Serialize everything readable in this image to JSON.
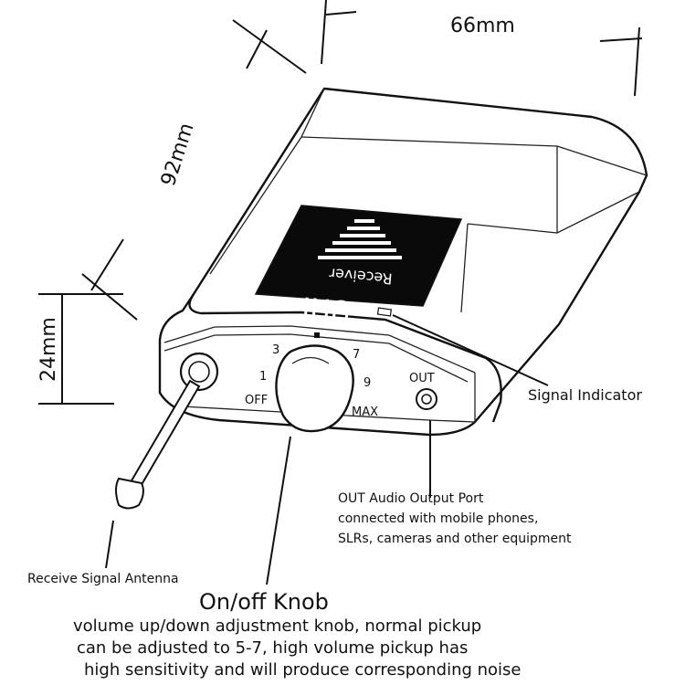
{
  "dimensions": {
    "width": "66mm",
    "length": "92mm",
    "height": "24mm"
  },
  "screen": {
    "brand": "UHF",
    "model": "Receiver"
  },
  "knob_scale": {
    "off": "OFF",
    "one": "1",
    "three": "3",
    "seven": "7",
    "nine": "9",
    "max": "MAX"
  },
  "port_label": "OUT",
  "callouts": {
    "signal_indicator": "Signal Indicator",
    "out_port_line1": "OUT Audio Output Port",
    "out_port_line2": "connected with mobile phones,",
    "out_port_line3": "SLRs, cameras and other equipment",
    "antenna": "Receive Signal Antenna",
    "knob_title": "On/off Knob",
    "knob_desc_line1": "volume up/down adjustment knob, normal pickup",
    "knob_desc_line2": "can be adjusted to 5-7, high volume pickup has",
    "knob_desc_line3": "high sensitivity and will produce corresponding noise"
  }
}
